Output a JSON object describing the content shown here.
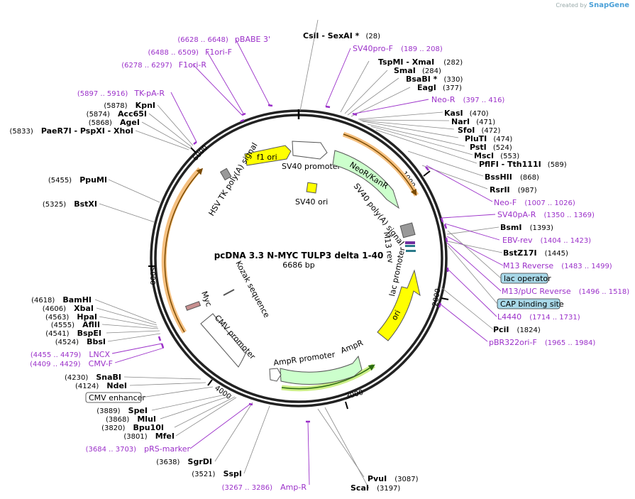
{
  "watermark": {
    "prefix": "Created by",
    "brand": "SnapGene"
  },
  "plasmid": {
    "name": "pcDNA 3.3 N-MYC TULP3 delta 1-40",
    "length": "6686 bp"
  },
  "ticks": [
    "1000",
    "2000",
    "3000",
    "4000",
    "5000",
    "6000"
  ],
  "sites": [
    {
      "name": "CsiI  - SexAI *",
      "pos": "(28)"
    },
    {
      "name": "TspMI  - XmaI",
      "pos": "(282)"
    },
    {
      "name": "SmaI",
      "pos": "(284)"
    },
    {
      "name": "BsaBI *",
      "pos": "(330)"
    },
    {
      "name": "EagI",
      "pos": "(377)"
    },
    {
      "name": "KasI",
      "pos": "(470)"
    },
    {
      "name": "NarI",
      "pos": "(471)"
    },
    {
      "name": "SfoI",
      "pos": "(472)"
    },
    {
      "name": "PluTI",
      "pos": "(474)"
    },
    {
      "name": "PstI",
      "pos": "(524)"
    },
    {
      "name": "MscI",
      "pos": "(553)"
    },
    {
      "name": "PflFI  - Tth111I",
      "pos": "(589)"
    },
    {
      "name": "BssHII",
      "pos": "(868)"
    },
    {
      "name": "RsrII",
      "pos": "(987)"
    },
    {
      "name": "BsmI",
      "pos": "(1393)"
    },
    {
      "name": "BstZ17I",
      "pos": "(1445)"
    },
    {
      "name": "PciI",
      "pos": "(1824)"
    },
    {
      "name": "PvuI",
      "pos": "(3087)"
    },
    {
      "name": "ScaI",
      "pos": "(3197)"
    },
    {
      "name": "SspI",
      "pos": "(3521)"
    },
    {
      "name": "SgrDI",
      "pos": "(3638)"
    },
    {
      "name": "MfeI",
      "pos": "(3801)"
    },
    {
      "name": "Bpu10I",
      "pos": "(3820)"
    },
    {
      "name": "MluI",
      "pos": "(3868)"
    },
    {
      "name": "SpeI",
      "pos": "(3889)"
    },
    {
      "name": "NdeI",
      "pos": "(4124)"
    },
    {
      "name": "SnaBI",
      "pos": "(4230)"
    },
    {
      "name": "BbsI",
      "pos": "(4524)"
    },
    {
      "name": "BspEI",
      "pos": "(4541)"
    },
    {
      "name": "AflII",
      "pos": "(4555)"
    },
    {
      "name": "HpaI",
      "pos": "(4563)"
    },
    {
      "name": "XbaI",
      "pos": "(4606)"
    },
    {
      "name": "BamHI",
      "pos": "(4618)"
    },
    {
      "name": "BstXI",
      "pos": "(5325)"
    },
    {
      "name": "PpuMI",
      "pos": "(5455)"
    },
    {
      "name": "PaeR7I  - PspXI  - XhoI",
      "pos": "(5833)"
    },
    {
      "name": "AgeI",
      "pos": "(5868)"
    },
    {
      "name": "Acc65I",
      "pos": "(5874)"
    },
    {
      "name": "KpnI",
      "pos": "(5878)"
    }
  ],
  "primers": [
    {
      "name": "pBABE 3'",
      "pos": "(6628 .. 6648)"
    },
    {
      "name": "F1ori-F",
      "pos": "(6488 .. 6509)"
    },
    {
      "name": "F1ori-R",
      "pos": "(6278 .. 6297)"
    },
    {
      "name": "TK-pA-R",
      "pos": "(5897 .. 5916)"
    },
    {
      "name": "SV40pro-F",
      "pos": "(189 .. 208)"
    },
    {
      "name": "Neo-R",
      "pos": "(397 .. 416)"
    },
    {
      "name": "Neo-F",
      "pos": "(1007 .. 1026)"
    },
    {
      "name": "SV40pA-R",
      "pos": "(1350 .. 1369)"
    },
    {
      "name": "EBV-rev",
      "pos": "(1404 .. 1423)"
    },
    {
      "name": "M13 Reverse",
      "pos": "(1483 .. 1499)"
    },
    {
      "name": "M13/pUC Reverse",
      "pos": "(1496 .. 1518)"
    },
    {
      "name": "L4440",
      "pos": "(1714 .. 1731)"
    },
    {
      "name": "pBR322ori-F",
      "pos": "(1965 .. 1984)"
    },
    {
      "name": "Amp-R",
      "pos": "(3267 .. 3286)"
    },
    {
      "name": "pRS-marker",
      "pos": "(3684 .. 3703)"
    },
    {
      "name": "LNCX",
      "pos": "(4455 .. 4479)"
    },
    {
      "name": "CMV-F",
      "pos": "(4409 .. 4429)"
    }
  ],
  "boxed_features": [
    {
      "name": "lac operator"
    },
    {
      "name": "CAP binding site"
    },
    {
      "name": "CMV enhancer"
    }
  ],
  "feature_labels": {
    "f1_ori": "f1 ori",
    "sv40_promoter": "SV40 promoter",
    "neor_kanr": "NeoR/KanR",
    "sv40_ori": "SV40 ori",
    "sv40_polya": "SV40 poly(A) signal",
    "hsv_tk": "HSV TK poly(A) signal",
    "m13_rev": "M13 rev",
    "lac_promoter": "lac promoter",
    "ori": "ori",
    "ampr": "AmpR",
    "ampr_promoter": "AmpR promoter",
    "cmv_promoter": "CMV promoter",
    "myc": "Myc",
    "kozak": "Kozak sequence"
  },
  "colors": {
    "backbone": "#222222",
    "primer": "#9b30c9",
    "yellow_feature": "#ffff00",
    "green_feature": "#ccffcc",
    "orange_arc": "#f5c080",
    "box_fill": "#a8d8e8"
  }
}
